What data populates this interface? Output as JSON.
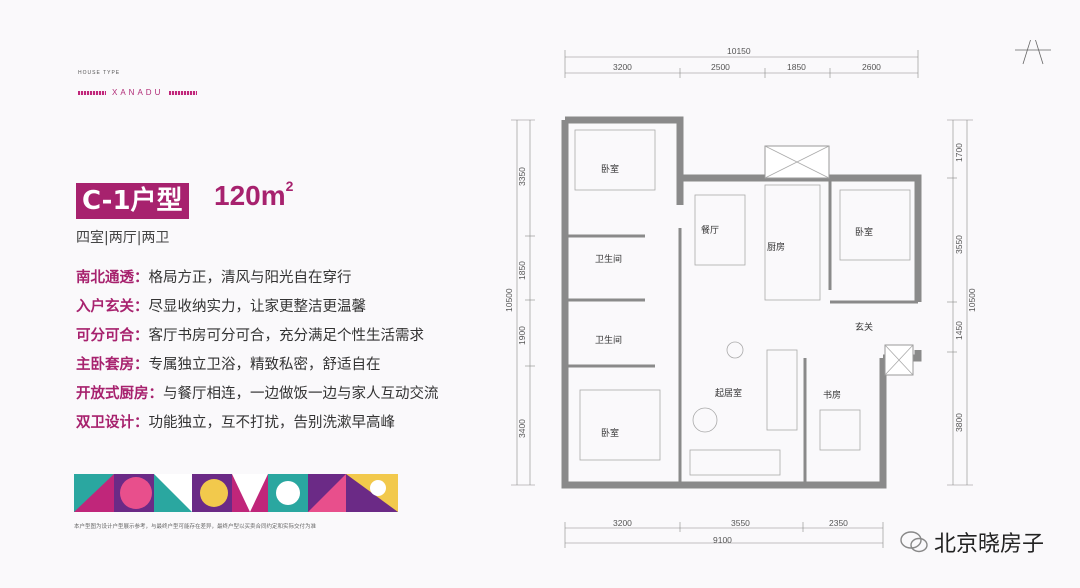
{
  "brand": {
    "small": "HOUSE TYPE",
    "name": "XANADU"
  },
  "unit": {
    "type": "C-1户型",
    "area": "120m",
    "area_sup": "2",
    "rooms": "四室|两厅|两卫"
  },
  "features": [
    {
      "key": "南北通透：",
      "text": "格局方正，清风与阳光自在穿行"
    },
    {
      "key": "入户玄关：",
      "text": "尽显收纳实力，让家更整洁更温馨"
    },
    {
      "key": "可分可合：",
      "text": "客厅书房可分可合，充分满足个性生活需求"
    },
    {
      "key": "主卧套房：",
      "text": "专属独立卫浴，精致私密，舒适自在"
    },
    {
      "key": "开放式厨房：",
      "text": "与餐厅相连，一边做饭一边与家人互动交流"
    },
    {
      "key": "双卫设计：",
      "text": "功能独立，互不打扰，告别洗漱早高峰"
    }
  ],
  "disclaimer": "本户型图为设计户型展示参考，与最终户型可能存在差异，最终户型以买卖合同约定和实际交付为准",
  "plan": {
    "top_total": "10150",
    "top_dims": [
      "3200",
      "2500",
      "1850",
      "2600"
    ],
    "bottom_total": "9100",
    "bottom_dims": [
      "3200",
      "3550",
      "2350"
    ],
    "left_total": "10500",
    "left_dims": [
      "3350",
      "1850",
      "1900",
      "3400"
    ],
    "right_total": "10500",
    "right_dims": [
      "1700",
      "3550",
      "1450",
      "3800"
    ],
    "rooms": {
      "bedroom_nw": "卧室",
      "bath_1": "卫生间",
      "bath_2": "卫生间",
      "bedroom_sw": "卧室",
      "dining": "餐厅",
      "kitchen": "厨房",
      "bedroom_ne": "卧室",
      "entry": "玄关",
      "living": "起居室",
      "study": "书房"
    }
  },
  "watermark": "北京晓房子",
  "colors": {
    "accent": "#a7226e",
    "wall": "#8a8a8a"
  }
}
